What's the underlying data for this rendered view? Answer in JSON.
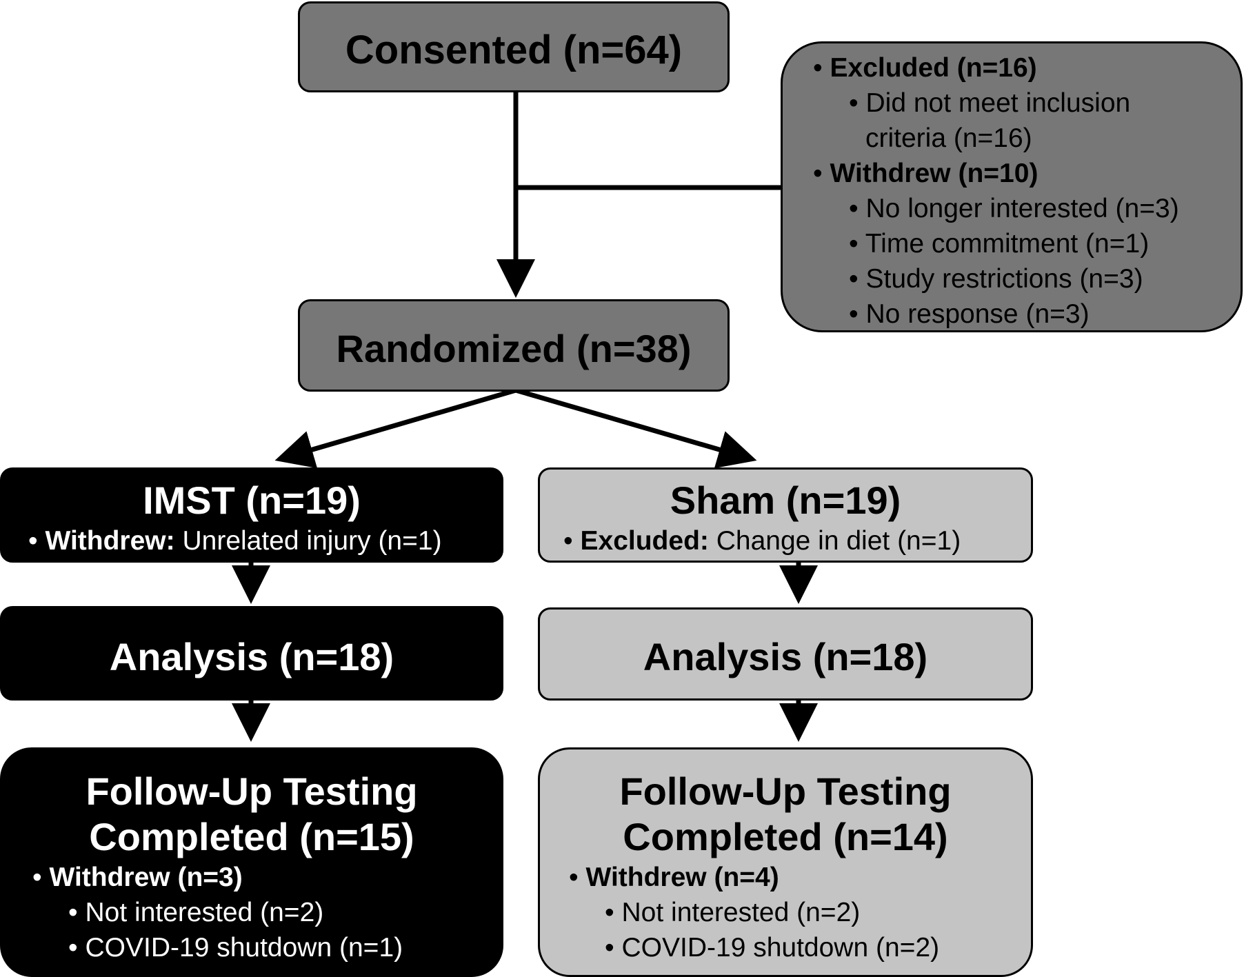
{
  "consented": "Consented (n=64)",
  "exclusion_panel": {
    "excluded": "Excluded (n=16)",
    "excluded_reason_1": "Did not meet inclusion",
    "excluded_reason_2": "criteria (n=16)",
    "withdrew": "Withdrew (n=10)",
    "reasons": [
      "No longer interested (n=3)",
      "Time commitment (n=1)",
      "Study restrictions (n=3)",
      "No response (n=3)"
    ]
  },
  "randomized": "Randomized (n=38)",
  "imst": {
    "title": "IMST (n=19)",
    "note_label": "Withdrew:",
    "note_text": " Unrelated injury (n=1)",
    "analysis": "Analysis (n=18)",
    "followup_1": "Follow-Up Testing",
    "followup_2": "Completed (n=15)",
    "withdrew": "Withdrew (n=3)",
    "reasons": [
      "Not interested (n=2)",
      "COVID-19 shutdown (n=1)"
    ]
  },
  "sham": {
    "title": "Sham (n=19)",
    "note_label": "Excluded:",
    "note_text": " Change in diet (n=1)",
    "analysis": "Analysis (n=18)",
    "followup_1": "Follow-Up Testing",
    "followup_2": "Completed (n=14)",
    "withdrew": "Withdrew (n=4)",
    "reasons": [
      "Not interested (n=2)",
      "COVID-19 shutdown (n=2)"
    ]
  },
  "bullet": "•"
}
